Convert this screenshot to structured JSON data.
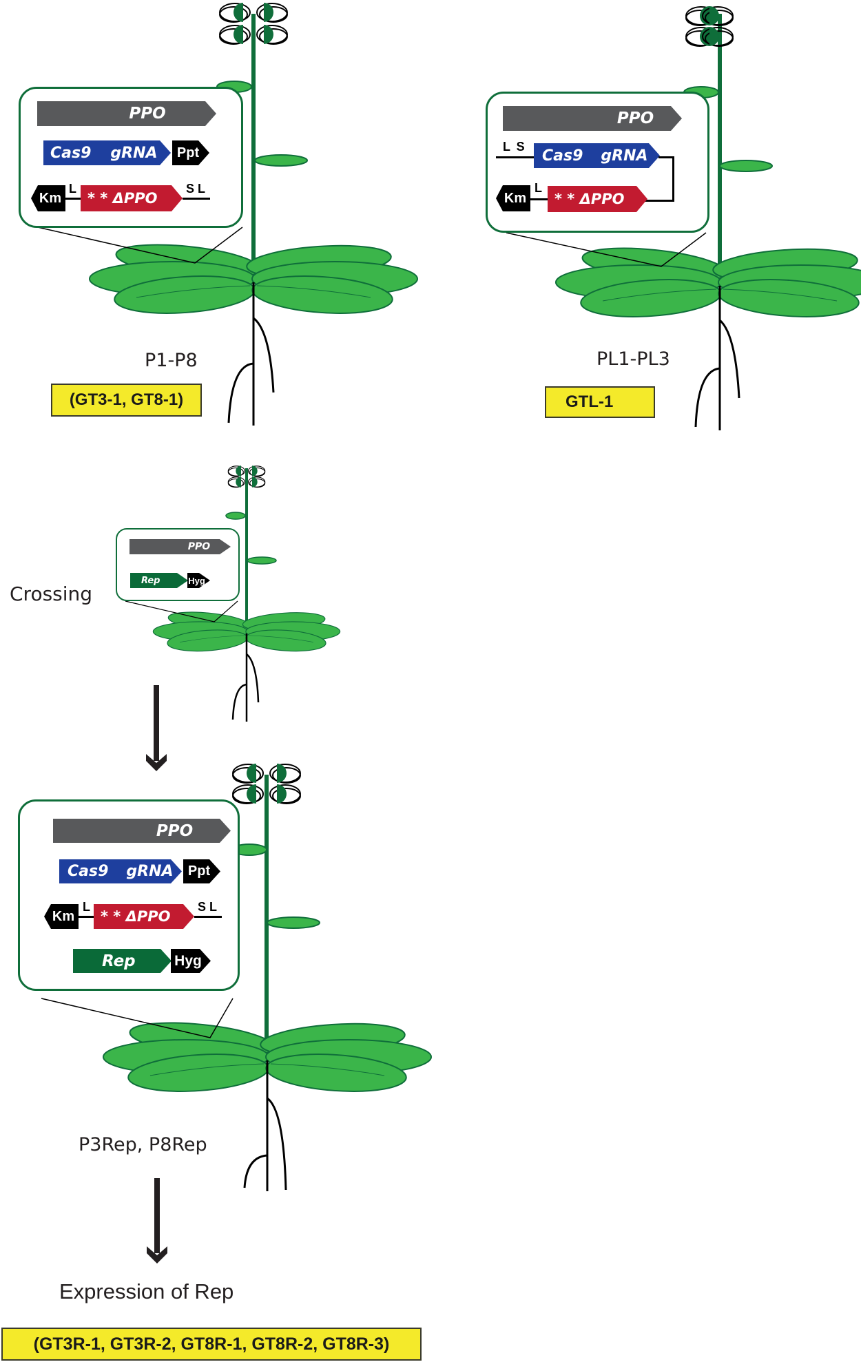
{
  "colors": {
    "callout_border": "#0f6e3a",
    "ppo_bar": "#58595b",
    "cas9_bar": "#1e3f9e",
    "delta_ppo_bar": "#c21b30",
    "rep_bar": "#0a6a38",
    "marker_black": "#000000",
    "highlight_yellow": "#f4ea2a",
    "leaf_green": "#3bb54a",
    "stem_green": "#0f6e3a"
  },
  "plant_p": {
    "construct": {
      "ppo": "PPO",
      "cas9": "Cas9",
      "grna": "gRNA",
      "ppt": "Ppt",
      "km": "Km",
      "delta_ppo": "* * ΔPPO",
      "left_site": "L",
      "right_sites": "S L"
    },
    "line_label": "P1-P8",
    "events": "(GT3-1, GT8-1)"
  },
  "plant_pl": {
    "construct": {
      "ppo": "PPO",
      "upper_sites": "L S",
      "cas9": "Cas9",
      "grna": "gRNA",
      "km": "Km",
      "km_site": "L",
      "delta_ppo": "* * ΔPPO"
    },
    "line_label": "PL1-PL3",
    "events": "GTL-1"
  },
  "plant_rep": {
    "construct": {
      "ppo": "PPO",
      "rep": "Rep",
      "hyg": "Hyg"
    },
    "step_label": "Crossing"
  },
  "plant_prep": {
    "construct": {
      "ppo": "PPO",
      "cas9": "Cas9",
      "grna": "gRNA",
      "ppt": "Ppt",
      "km": "Km",
      "left_site": "L",
      "delta_ppo": "* * ΔPPO",
      "right_sites": "S L",
      "rep": "Rep",
      "hyg": "Hyg"
    },
    "line_label": "P3Rep, P8Rep"
  },
  "final_step": {
    "label": "Expression of Rep",
    "events": "(GT3R-1, GT3R-2, GT8R-1, GT8R-2, GT8R-3)"
  }
}
